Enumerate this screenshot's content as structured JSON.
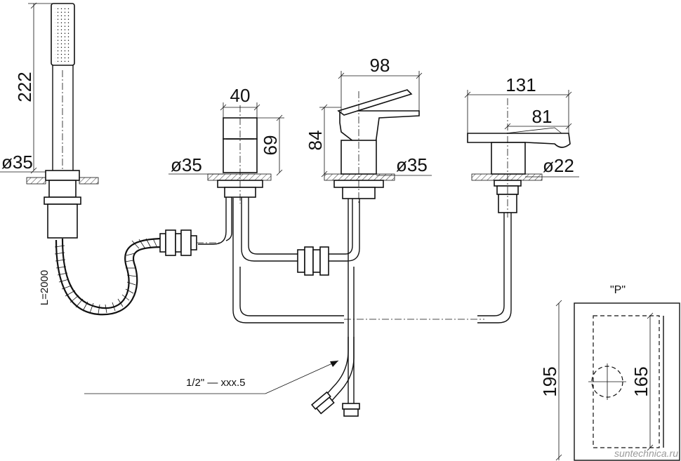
{
  "dimensions": {
    "hand_shower_height": "222",
    "hand_shower_diameter": "ø35",
    "diverter_width": "40",
    "diverter_height": "69",
    "diverter_diameter": "ø35",
    "mixer_width": "98",
    "mixer_height": "84",
    "mixer_diameter": "ø35",
    "spout_width": "131",
    "spout_reach": "81",
    "spout_diameter": "ø22"
  },
  "labels": {
    "hose_length": "L=2000",
    "connection": "1/2\" — xxx.5",
    "view_p": "\"P\""
  },
  "view_p": {
    "outer": "195",
    "inner": "165"
  },
  "watermark": "suntechnica.ru"
}
